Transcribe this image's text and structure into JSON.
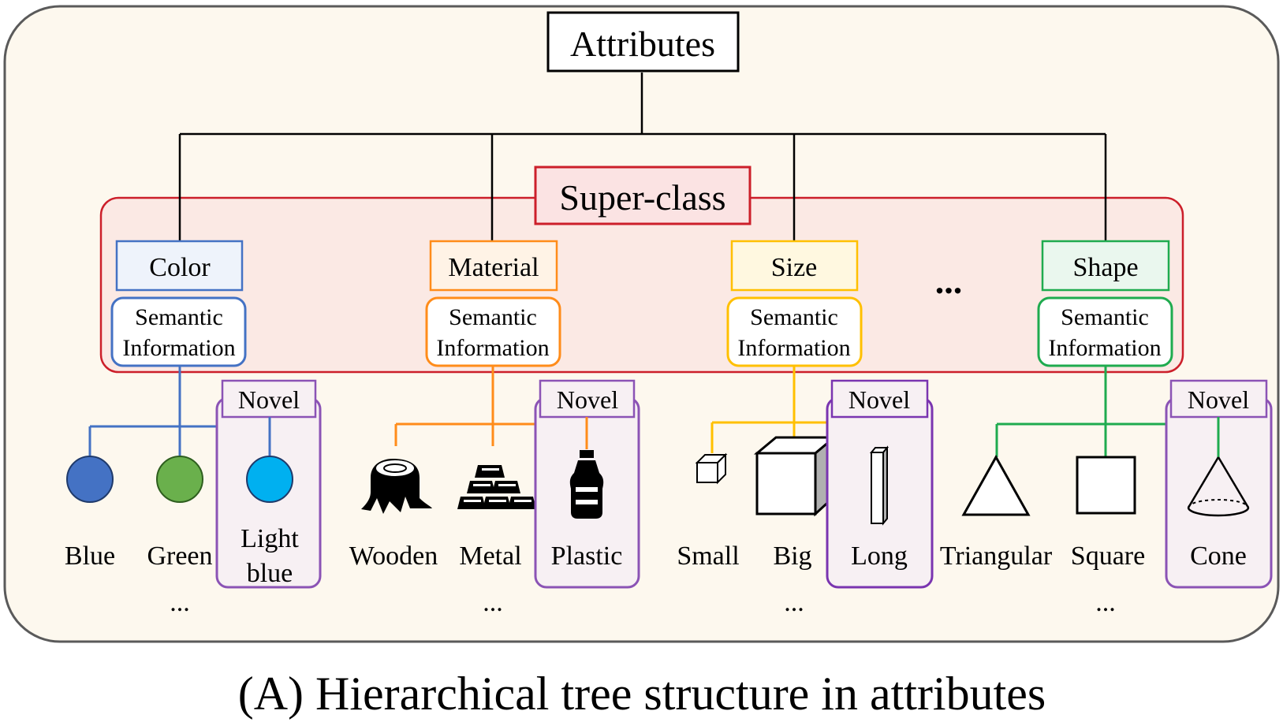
{
  "root": {
    "label": "Attributes"
  },
  "superclass": {
    "label": "Super-class"
  },
  "semantic": {
    "line1": "Semantic",
    "line2": "Information"
  },
  "novel_label": "Novel",
  "ellipsis": "...",
  "caption": "(A) Hierarchical tree structure in attributes",
  "colors": {
    "panel_bg": "#fdf8ee",
    "superclass_border": "#cc1f2a",
    "superclass_fill": "#fbe9e4",
    "novel_border": "#8b53b5",
    "color_branch": "#4472c4",
    "material_branch": "#ff8c1a",
    "size_branch": "#ffc000",
    "shape_branch": "#1fab4f"
  },
  "categories": [
    {
      "label": "Color",
      "accent": "#4472c4",
      "items": [
        {
          "label": "Blue",
          "icon": "blue-circle"
        },
        {
          "label": "Green",
          "icon": "green-circle"
        }
      ],
      "novel": {
        "line1": "Light",
        "line2": "blue",
        "icon": "light-blue-circle"
      }
    },
    {
      "label": "Material",
      "accent": "#ff8c1a",
      "items": [
        {
          "label": "Wooden",
          "icon": "wood-stump-icon"
        },
        {
          "label": "Metal",
          "icon": "metal-bars-icon"
        }
      ],
      "novel": {
        "label": "Plastic",
        "icon": "plastic-bottle-icon"
      }
    },
    {
      "label": "Size",
      "accent": "#ffc000",
      "items": [
        {
          "label": "Small",
          "icon": "small-cube-icon"
        },
        {
          "label": "Big",
          "icon": "big-cube-icon"
        }
      ],
      "novel": {
        "label": "Long",
        "icon": "long-bar-icon"
      }
    },
    {
      "label": "Shape",
      "accent": "#1fab4f",
      "items": [
        {
          "label": "Triangular",
          "icon": "triangle-icon"
        },
        {
          "label": "Square",
          "icon": "square-icon"
        }
      ],
      "novel": {
        "label": "Cone",
        "icon": "cone-icon"
      }
    }
  ]
}
